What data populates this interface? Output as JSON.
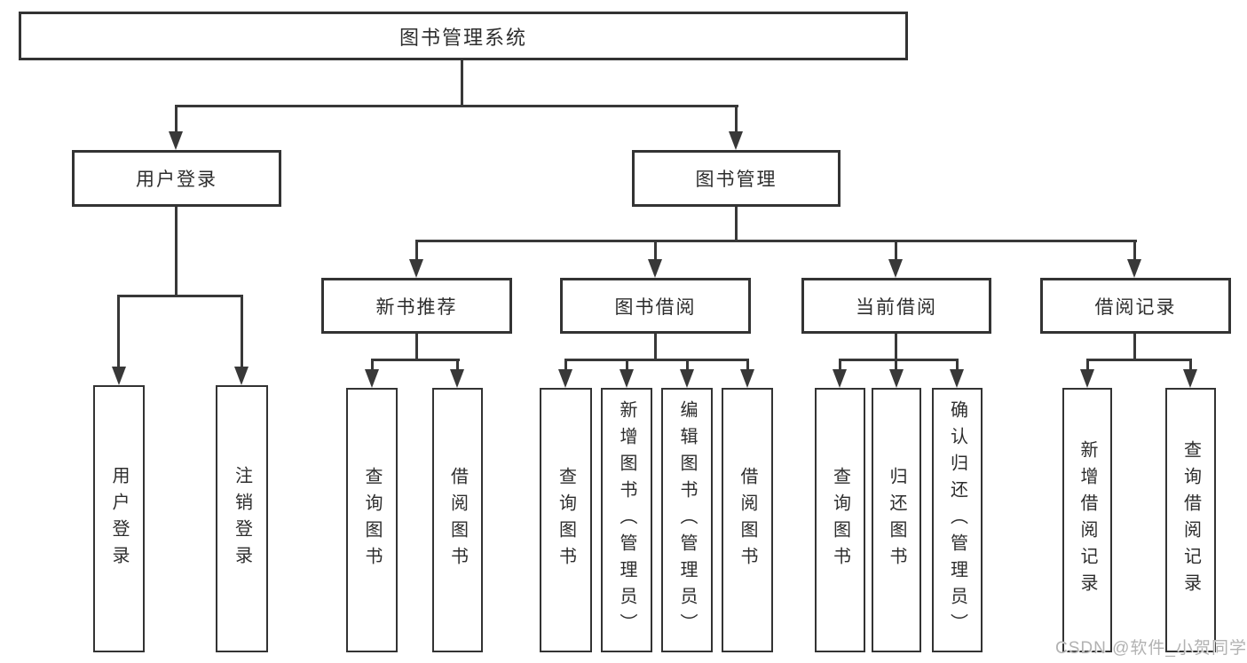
{
  "diagram": {
    "root": {
      "label": "图书管理系统"
    },
    "level2": [
      {
        "label": "用户登录"
      },
      {
        "label": "图书管理"
      }
    ],
    "level3": [
      {
        "label": "新书推荐"
      },
      {
        "label": "图书借阅"
      },
      {
        "label": "当前借阅"
      },
      {
        "label": "借阅记录"
      }
    ],
    "leaves": [
      {
        "parent": "用户登录",
        "label": "用户登录"
      },
      {
        "parent": "用户登录",
        "label": "注销登录"
      },
      {
        "parent": "新书推荐",
        "label": "查询图书"
      },
      {
        "parent": "新书推荐",
        "label": "借阅图书"
      },
      {
        "parent": "图书借阅",
        "label": "查询图书"
      },
      {
        "parent": "图书借阅",
        "label": "新增图书（管理员）"
      },
      {
        "parent": "图书借阅",
        "label": "编辑图书（管理员）"
      },
      {
        "parent": "图书借阅",
        "label": "借阅图书"
      },
      {
        "parent": "当前借阅",
        "label": "查询图书"
      },
      {
        "parent": "当前借阅",
        "label": "归还图书"
      },
      {
        "parent": "当前借阅",
        "label": "确认归还（管理员）"
      },
      {
        "parent": "借阅记录",
        "label": "新增借阅记录"
      },
      {
        "parent": "借阅记录",
        "label": "查询借阅记录"
      }
    ],
    "watermark": "CSDN @软件_小贺同学"
  },
  "colors": {
    "line": "#383838",
    "text": "#2d2d2d",
    "watermark": "#b2b2b2",
    "background": "#ffffff"
  }
}
